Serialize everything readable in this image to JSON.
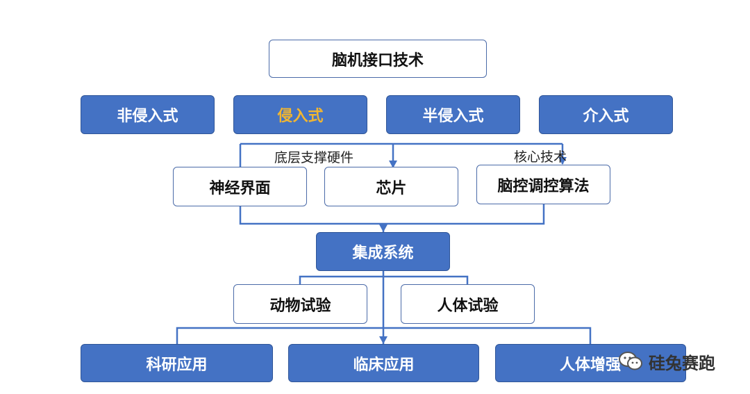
{
  "root": "脑机接口技术",
  "approaches": [
    {
      "label": "非侵入式",
      "highlight": false
    },
    {
      "label": "侵入式",
      "highlight": true
    },
    {
      "label": "半侵入式",
      "highlight": false
    },
    {
      "label": "介入式",
      "highlight": false
    }
  ],
  "highlight_color": "#f2b630",
  "annotations": {
    "hardware": "底层支撑硬件",
    "core": "核心技术"
  },
  "components": [
    "神经界面",
    "芯片",
    "脑控调控算法"
  ],
  "integration": "集成系统",
  "trials": [
    "动物试验",
    "人体试验"
  ],
  "applications": [
    "科研应用",
    "临床应用",
    "人体增强"
  ],
  "watermark": {
    "text": "硅兔赛跑",
    "icon": "wechat-icon"
  }
}
